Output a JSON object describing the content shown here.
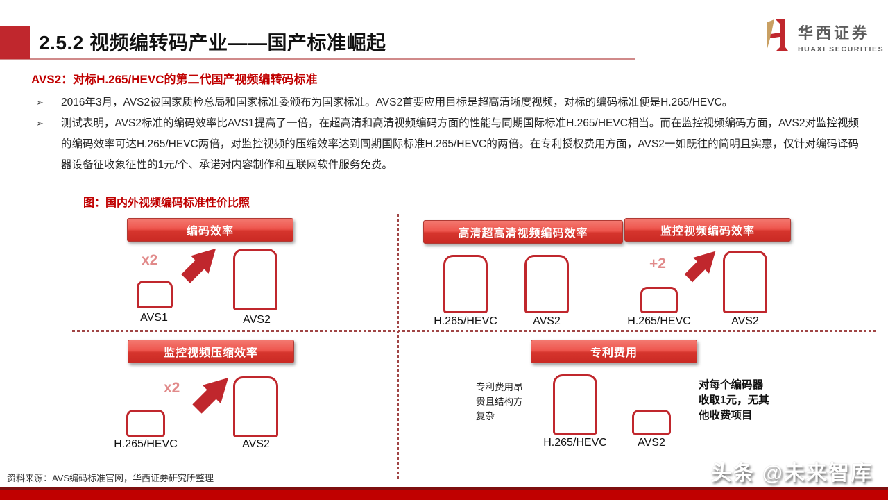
{
  "header": {
    "title": "2.5.2 视频编转码产业——国产标准崛起",
    "logo": {
      "cn": "华西证券",
      "en": "HUAXI SECURITIES"
    }
  },
  "subtitle": "AVS2：对标H.265/HEVC的第二代国产视频编转码标准",
  "bullets": {
    "marker": "➢",
    "items": [
      "2016年3月，AVS2被国家质检总局和国家标准委颁布为国家标准。AVS2首要应用目标是超高清晰度视频，对标的编码标准便是H.265/HEVC。",
      "测试表明，AVS2标准的编码效率比AVS1提高了一倍，在超高清和高清视频编码方面的性能与同期国际标准H.265/HEVC相当。而在监控视频编码方面，AVS2对监控视频的编码效率可达H.265/HEVC两倍，对监控视频的压缩效率达到同期国际标准H.265/HEVC的两倍。在专利授权费用方面，AVS2一如既往的简明且实惠，仅针对编码译码器设备征收象征性的1元/个、承诺对内容制作和互联网软件服务免费。"
    ]
  },
  "figure": {
    "title": "图：国内外视频编码标准性价比照",
    "panels": [
      {
        "header": "编码效率",
        "multiplier": "x2",
        "bars": [
          {
            "label": "AVS1",
            "rel": 1
          },
          {
            "label": "AVS2",
            "rel": 2
          }
        ]
      },
      {
        "header": "高清超高清视频编码效率",
        "bars": [
          {
            "label": "H.265/HEVC",
            "rel": 1
          },
          {
            "label": "AVS2",
            "rel": 1
          }
        ]
      },
      {
        "header": "监控视频编码效率",
        "multiplier": "+2",
        "bars": [
          {
            "label": "H.265/HEVC",
            "rel": 1
          },
          {
            "label": "AVS2",
            "rel": 2
          }
        ]
      },
      {
        "header": "监控视频压缩效率",
        "multiplier": "x2",
        "bars": [
          {
            "label": "H.265/HEVC",
            "rel": 1
          },
          {
            "label": "AVS2",
            "rel": 2
          }
        ]
      },
      {
        "header": "专利费用",
        "note_left": "专利费用昂贵且结构方复杂",
        "note_right": "对每个编码器收取1元，无其他收费项目",
        "bars": [
          {
            "label": "H.265/HEVC",
            "rel": 2
          },
          {
            "label": "AVS2",
            "rel": 1
          }
        ]
      }
    ]
  },
  "footer": {
    "source": "资料来源：AVS编码标准官网，华西证券研究所整理",
    "watermark": "头条 @未来智库"
  },
  "colors": {
    "accent_red": "#c0272d",
    "text_red": "#c00000",
    "multiplier_pink": "#e18a8a",
    "bottom_bar": "#c00000",
    "logo_gold": "#c9a063"
  }
}
